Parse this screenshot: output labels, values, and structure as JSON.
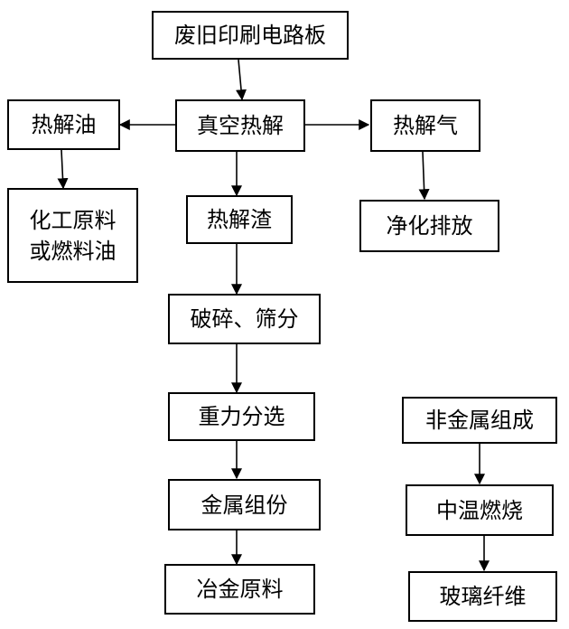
{
  "nodes": {
    "pcb": "废旧印刷电路板",
    "vacuum_pyrolysis": "真空热解",
    "pyrolysis_oil": "热解油",
    "pyrolysis_gas": "热解气",
    "chemical_feedstock_line1": "化工原料",
    "chemical_feedstock_line2": "或燃料油",
    "pyrolysis_residue": "热解渣",
    "purify_discharge": "净化排放",
    "crush_screen": "破碎、筛分",
    "gravity_separation": "重力分选",
    "metal_component": "金属组份",
    "metallurgical_material": "冶金原料",
    "nonmetal_composition": "非金属组成",
    "medium_temp_combustion": "中温燃烧",
    "glass_fiber": "玻璃纤维"
  }
}
